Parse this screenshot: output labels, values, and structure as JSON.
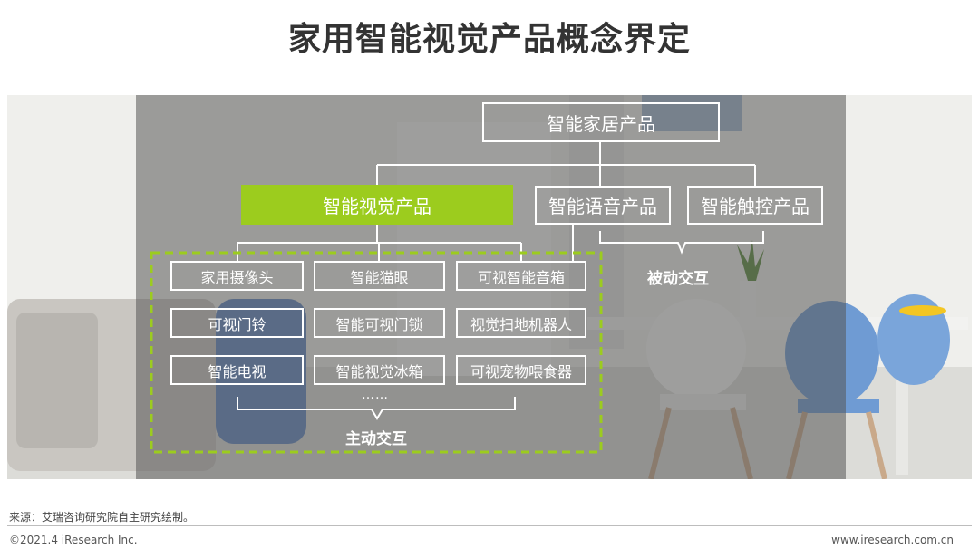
{
  "title": "家用智能视觉产品概念界定",
  "diagram": {
    "root": "智能家居产品",
    "categories": {
      "visual": "智能视觉产品",
      "voice": "智能语音产品",
      "touch": "智能触控产品"
    },
    "visual_products": [
      [
        "家用摄像头",
        "智能猫眼",
        "可视智能音箱"
      ],
      [
        "可视门铃",
        "智能可视门锁",
        "视觉扫地机器人"
      ],
      [
        "智能电视",
        "智能视觉冰箱",
        "可视宠物喂食器"
      ]
    ],
    "more": "……",
    "active_label": "主动交互",
    "passive_label": "被动交互"
  },
  "colors": {
    "accent_green": "#9ccc1e",
    "node_text": "#ffffff"
  },
  "footer": {
    "source": "来源：艾瑞咨询研究院自主研究绘制。",
    "copyright": "©2021.4 iResearch Inc.",
    "website": "www.iresearch.com.cn"
  }
}
